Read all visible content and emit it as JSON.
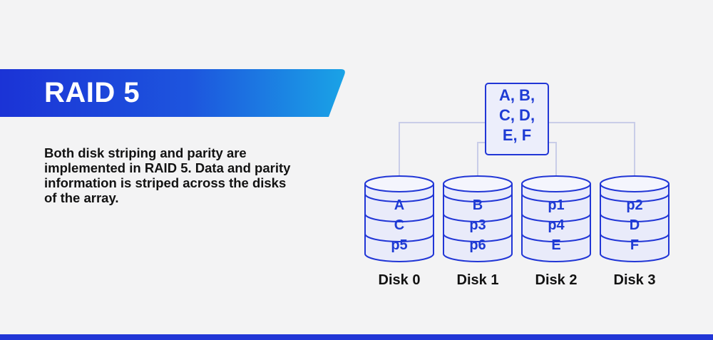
{
  "title": "RAID 5",
  "description": "Both disk striping and parity are implemented in RAID 5. Data and parity information is striped across the disks of the array.",
  "data_box": [
    "A, B,",
    "C, D,",
    "E, F"
  ],
  "disks": [
    {
      "label": "Disk 0",
      "blocks": [
        "A",
        "C",
        "p5"
      ]
    },
    {
      "label": "Disk 1",
      "blocks": [
        "B",
        "p3",
        "p6"
      ]
    },
    {
      "label": "Disk 2",
      "blocks": [
        "p1",
        "p4",
        "E"
      ]
    },
    {
      "label": "Disk 3",
      "blocks": [
        "p2",
        "D",
        "F"
      ]
    }
  ],
  "colors": {
    "accent": "#1e3bd4",
    "banner_start": "#1b33d6",
    "banner_end": "#1aa3e6",
    "disk_fill": "#e9ebfa",
    "disk_stroke": "#2136d6",
    "connector": "#c9cde8"
  }
}
